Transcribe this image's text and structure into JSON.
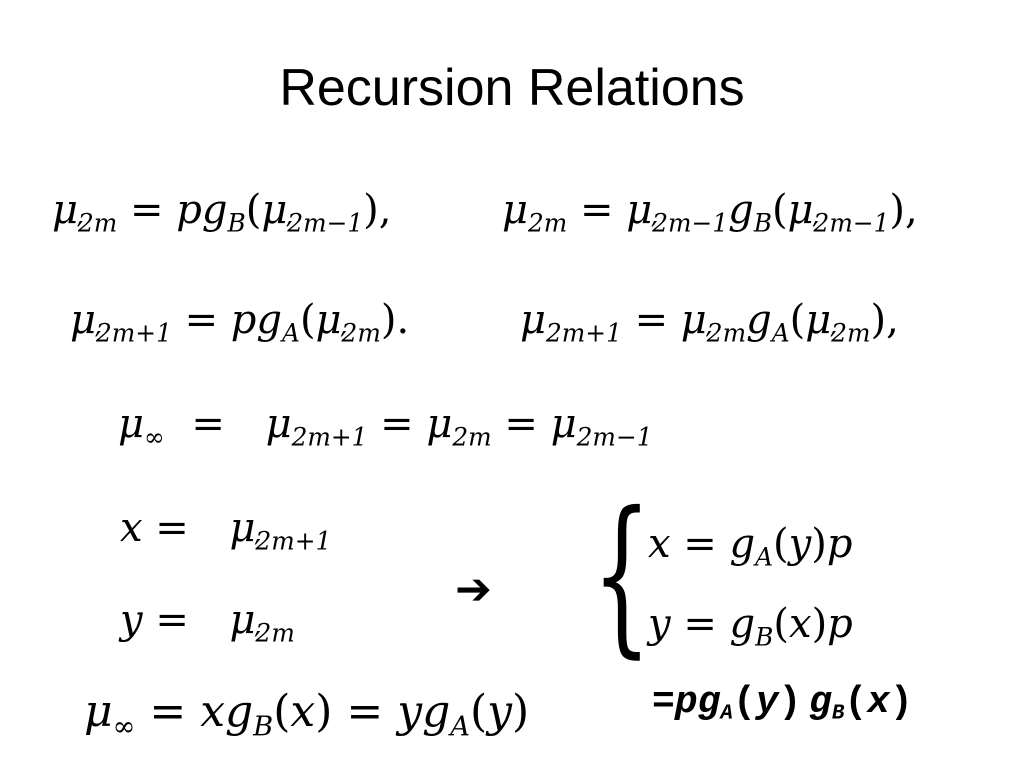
{
  "slide": {
    "title": "Recursion Relations"
  },
  "equations": {
    "eq1_left": "μ′_{2m} = pg_B(μ′_{2m−1}),",
    "eq1_right": "μ_{2m} = μ′_{2m−1} g_B(μ′_{2m−1}),",
    "eq2_left": "μ′_{2m+1} = pg_A(μ′_{2m}).",
    "eq2_right": "μ_{2m+1} = μ′_{2m} g_A(μ′_{2m}),",
    "eq3": "μ_∞ = μ_{2m+1} = μ_{2m} = μ_{2m−1}",
    "eq4_x": "x = μ′_{2m+1}",
    "eq4_y": "y = μ′_{2m}",
    "system_x": "x = g_A(y)p",
    "system_y": "y = g_B(x)p",
    "eq5": "μ_∞ = xg_B(x) = yg_A(y)",
    "eq5_suffix": "=pg_A(y)g_B(x)"
  },
  "icons": {
    "arrow": "right-arrow-icon"
  }
}
